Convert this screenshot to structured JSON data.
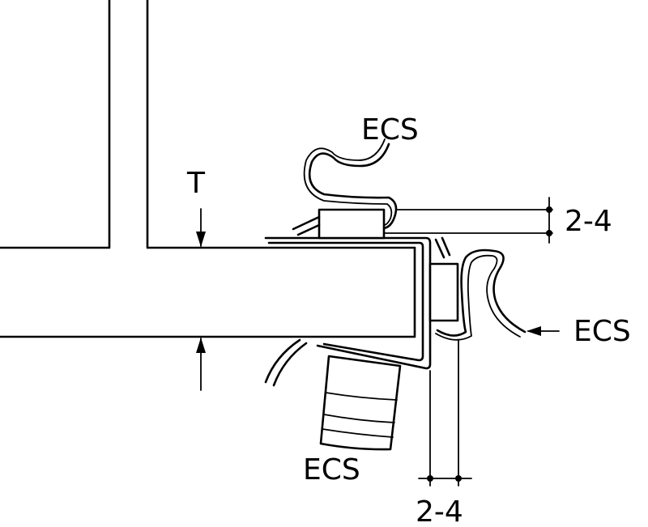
{
  "labels": {
    "thickness": "T",
    "ecs_top": "ECS",
    "ecs_right": "ECS",
    "ecs_bottom": "ECS",
    "gap_vertical": "2-4",
    "gap_horizontal": "2-4"
  },
  "colors": {
    "line": "#000000",
    "background": "#ffffff"
  }
}
